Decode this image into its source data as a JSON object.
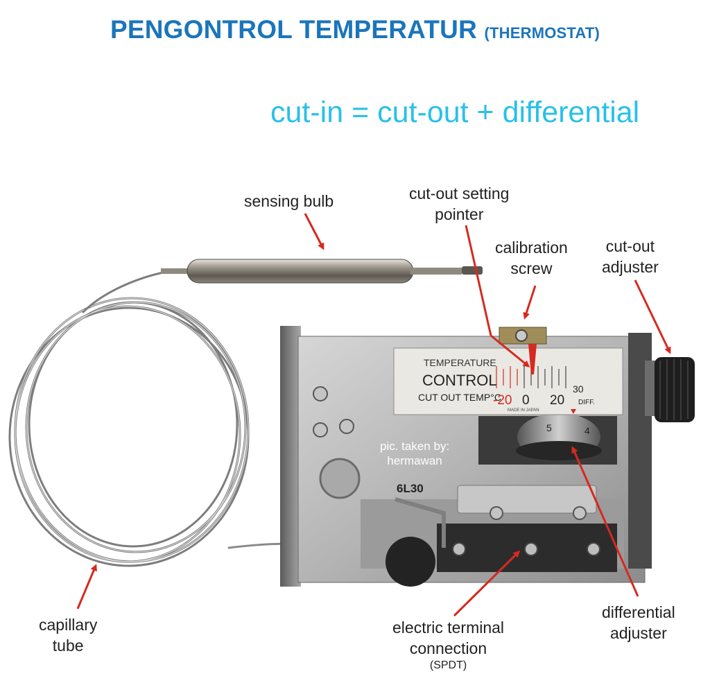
{
  "title": {
    "main": "PENGONTROL TEMPERATUR",
    "sub": "(THERMOSTAT)"
  },
  "formula": "cut-in = cut-out + differential",
  "labels": {
    "sensing_bulb": "sensing bulb",
    "cutout_pointer_line1": "cut-out setting",
    "cutout_pointer_line2": "pointer",
    "calibration_line1": "calibration",
    "calibration_line2": "screw",
    "cutout_adjuster_line1": "cut-out",
    "cutout_adjuster_line2": "adjuster",
    "capillary_line1": "capillary",
    "capillary_line2": "tube",
    "terminal_line1": "electric terminal",
    "terminal_line2": "connection",
    "terminal_line3": "(SPDT)",
    "differential_line1": "differential",
    "differential_line2": "adjuster"
  },
  "watermark": {
    "line1": "pic. taken by:",
    "line2": "hermawan"
  },
  "device": {
    "plate_line1": "TEMPERATURE",
    "plate_line2": "CONTROL",
    "plate_line3": "CUT OUT TEMP°C",
    "scale_neg": "-20",
    "scale_zero": "0",
    "scale_pos": "20",
    "diff_value": "30",
    "diff_label": "DIFF.",
    "made_in": "MADE IN JAPAN",
    "model": "6L30",
    "wheel_5": "5",
    "wheel_4": "4"
  },
  "colors": {
    "title": "#1b75bb",
    "formula": "#29c0ea",
    "arrow": "#d42a20"
  }
}
